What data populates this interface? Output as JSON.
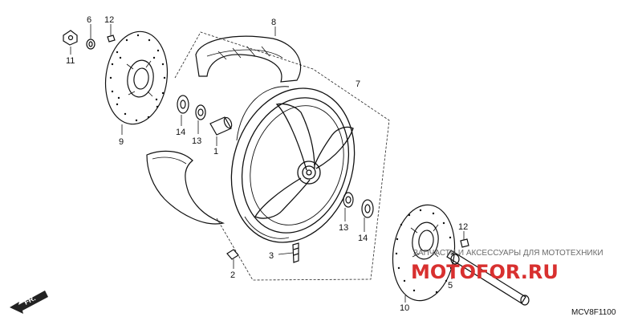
{
  "diagram": {
    "part_labels": [
      "1",
      "2",
      "3",
      "5",
      "6",
      "7",
      "8",
      "9",
      "10",
      "11",
      "12",
      "12",
      "13",
      "13",
      "14",
      "14"
    ],
    "direction_label": "FR.",
    "drawing_code": "MCV8F1100"
  },
  "watermark": {
    "caption": "ЗАПЧАСТИ И АКСЕССУАРЫ ДЛЯ МОТОТЕХНИКИ",
    "logo": "MOTOFOR.RU"
  }
}
